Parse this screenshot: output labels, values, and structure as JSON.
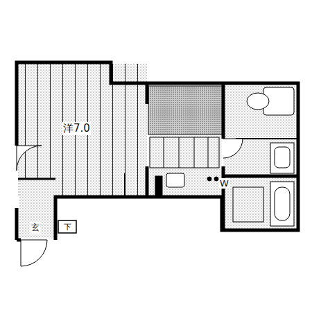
{
  "diagram": {
    "nodes": [
      {
        "text": [
          "洋7.0"
        ]
      },
      {
        "text": [
          "玄"
        ]
      },
      {
        "text": [
          "下"
        ],
        "in": 1
      }
    ],
    "labels": [
      "W"
    ]
  }
}
